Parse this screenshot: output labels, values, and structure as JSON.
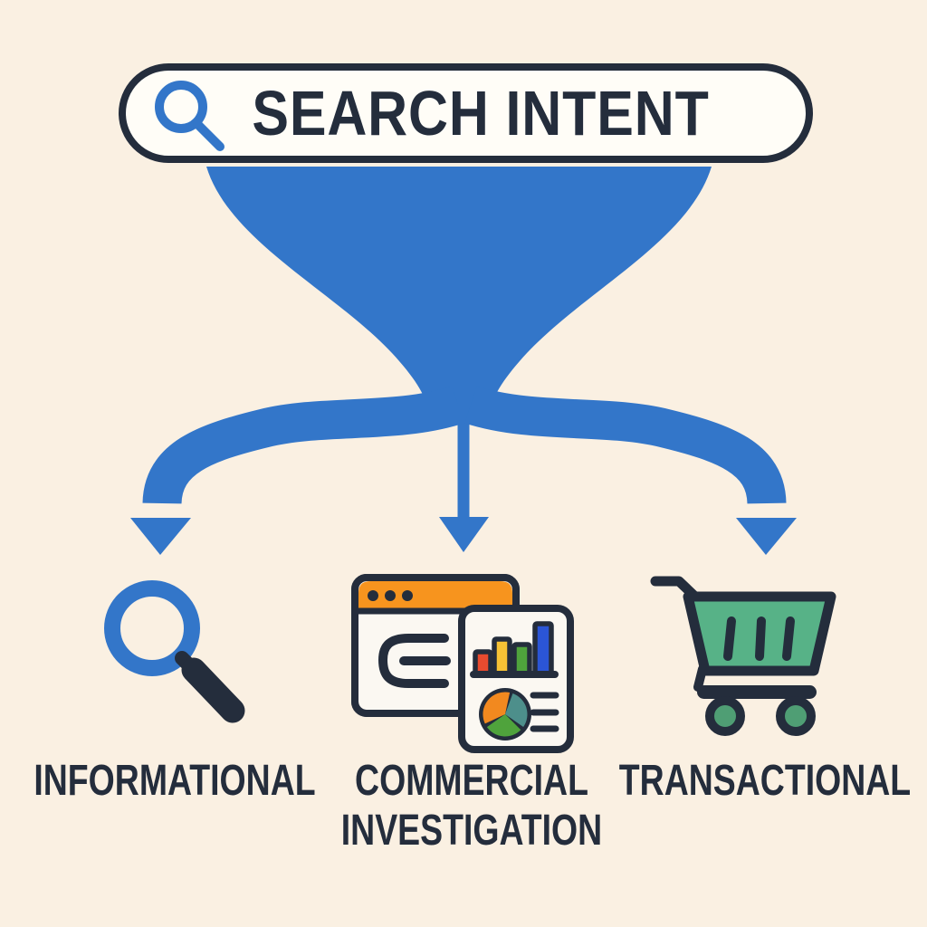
{
  "diagram_title": "SEARCH INTENT",
  "search_bar": {
    "label": "SEARCH INTENT",
    "icon": "magnifier-icon"
  },
  "funnel": {
    "description": "blue funnel splitting into three arrows",
    "arrow_count": 3
  },
  "categories": [
    {
      "id": "informational",
      "label": "INFORMATIONAL",
      "icon": "magnifying-glass-icon"
    },
    {
      "id": "commercial-investigation",
      "label": "COMMERCIAL INVESTIGATION",
      "icon": "browser-analytics-icon"
    },
    {
      "id": "transactional",
      "label": "TRANSACTIONAL",
      "icon": "shopping-cart-icon"
    }
  ],
  "colors": {
    "background": "#faf0e2",
    "funnel_blue": "#3376c9",
    "outline_dark": "#242d3c",
    "pill_fill": "#fffdf7",
    "browser_orange": "#f7941e",
    "card_fill": "#fbf8f2",
    "bar_red": "#e84b2f",
    "bar_yellow": "#f6c235",
    "bar_green": "#4fa33c",
    "bar_blue": "#2b55d6",
    "pie_orange": "#f2891f",
    "pie_teal": "#4d8f8b",
    "pie_green": "#4fa33c",
    "cart_green": "#57b287",
    "wheel_green": "#4f9e74"
  }
}
